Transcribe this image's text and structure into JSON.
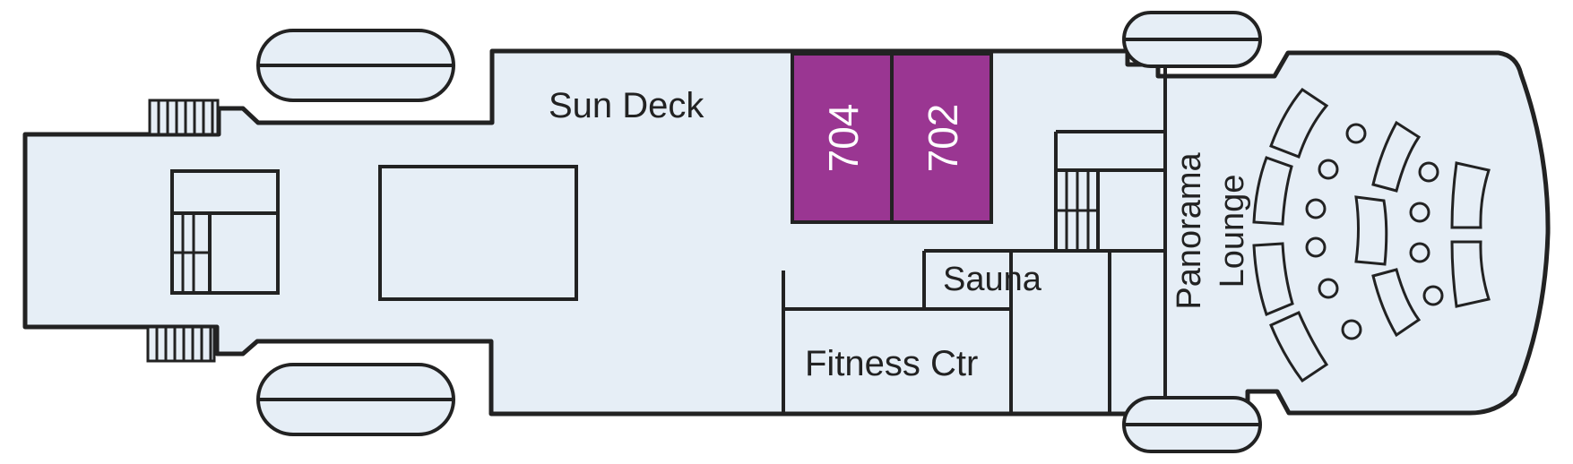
{
  "deck": {
    "labels": {
      "sun_deck": "Sun Deck",
      "sauna": "Sauna",
      "fitness": "Fitness Ctr",
      "lounge_line1": "Panorama",
      "lounge_line2": "Lounge"
    },
    "cabins": [
      {
        "number": "704"
      },
      {
        "number": "702"
      }
    ]
  },
  "colors": {
    "deck_fill": "#e6eef6",
    "outline": "#222222",
    "cabin_fill": "#9a3692",
    "cabin_text": "#ffffff"
  }
}
